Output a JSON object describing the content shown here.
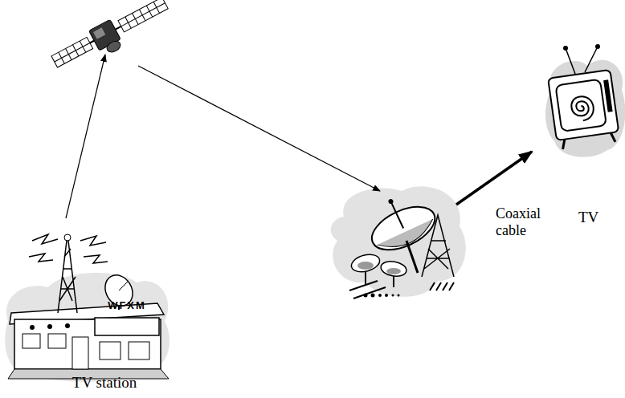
{
  "diagram": {
    "nodes": [
      {
        "text": [
          "WFXM",
          "TV station"
        ]
      },
      {
        "text": [
          "TV"
        ]
      }
    ],
    "labels": [
      "Coaxial cable"
    ]
  }
}
